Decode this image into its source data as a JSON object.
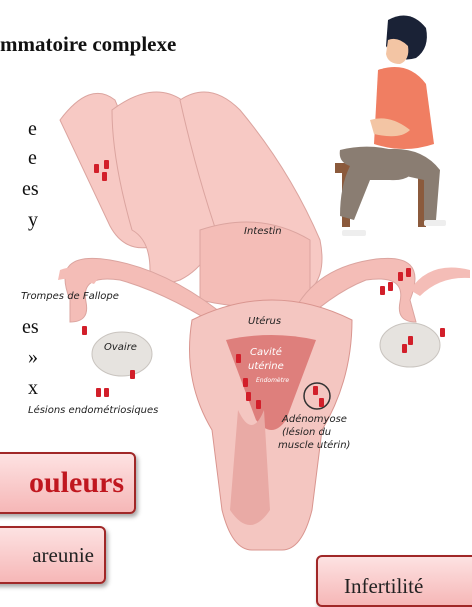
{
  "heading": "mmatoire complexe",
  "text_fragments": [
    "e",
    "e",
    "es",
    "y",
    "es",
    "»",
    "x"
  ],
  "labels": {
    "intestin": "Intestin",
    "trompes": "Trompes de Fallope",
    "uterus": "Utérus",
    "ovaire": "Ovaire",
    "cavite_1": "Cavité",
    "cavite_2": "utérine",
    "endometre": "Endomètre",
    "lesions": "Lésions endométriosiques",
    "adeno_1": "Adénomyose",
    "adeno_2": "(lésion du",
    "adeno_3": "muscle utérin)"
  },
  "buttons": {
    "douleurs": "ouleurs",
    "dyspareunie": "areunie",
    "infertilite": "Infertilité"
  },
  "icons": [
    "woman-pain-illustration",
    "lesion-marker"
  ],
  "colors": {
    "tissue": "#f4c6c1",
    "tissue_dark": "#e3a19c",
    "cavity": "#de7f7c",
    "lesion": "#d21f2a",
    "button_border": "#a02727"
  }
}
